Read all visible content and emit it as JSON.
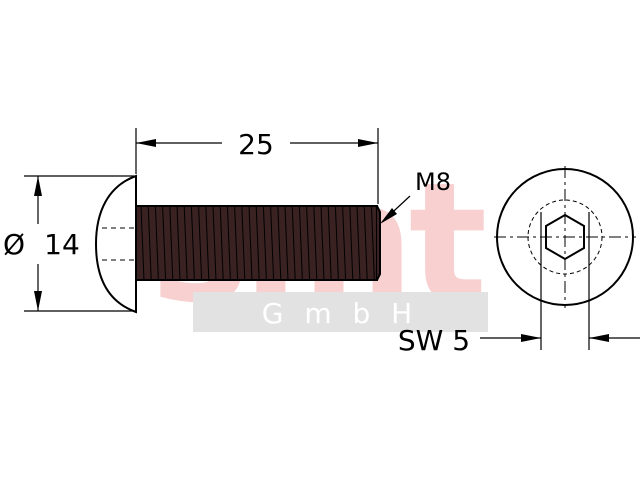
{
  "watermark": {
    "logo": "smt",
    "subtitle": "G m b H",
    "logo_color": "#f8d0d0",
    "band_color": "#e2e2e2"
  },
  "dimensions": {
    "length": "25",
    "diameter_symbol": "Ø",
    "diameter": "14",
    "thread": "M8",
    "wrench_size": "SW 5"
  },
  "colors": {
    "line": "#000000",
    "thread_fill": "#3a2222"
  }
}
